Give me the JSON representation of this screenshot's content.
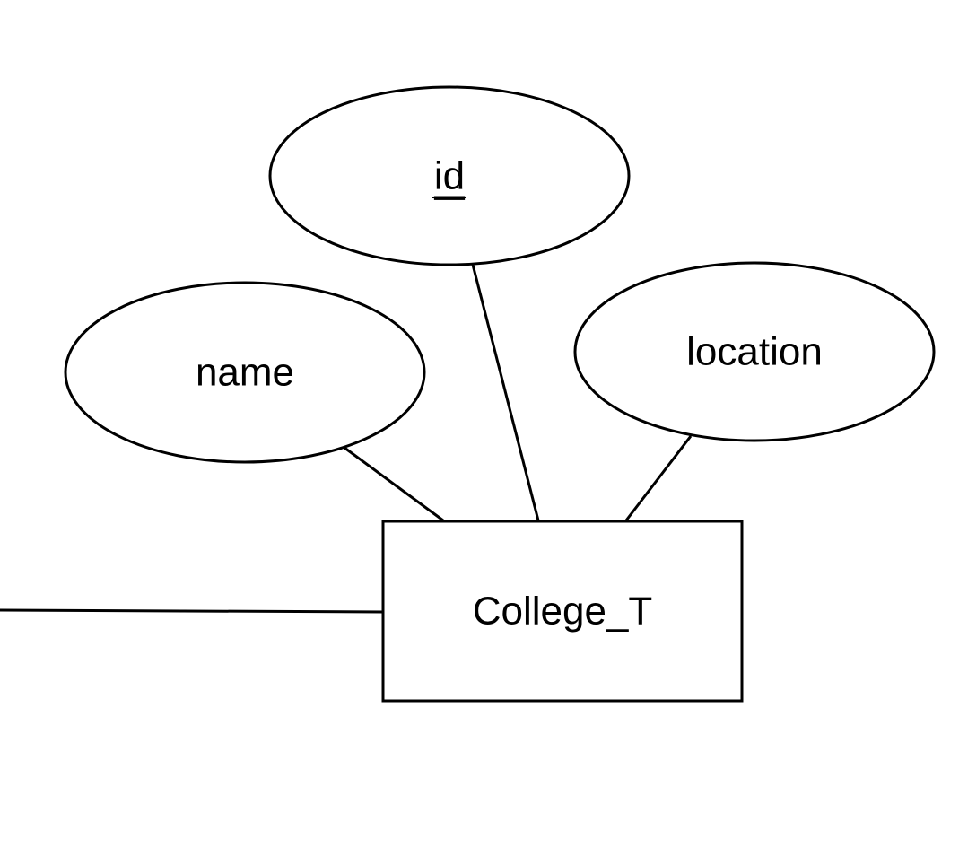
{
  "diagram": {
    "entity": {
      "label": "College_T"
    },
    "attributes": [
      {
        "label": "id",
        "is_key": true
      },
      {
        "label": "name",
        "is_key": false
      },
      {
        "label": "location",
        "is_key": false
      }
    ],
    "colors": {
      "stroke": "#000000",
      "fill": "#ffffff"
    }
  }
}
